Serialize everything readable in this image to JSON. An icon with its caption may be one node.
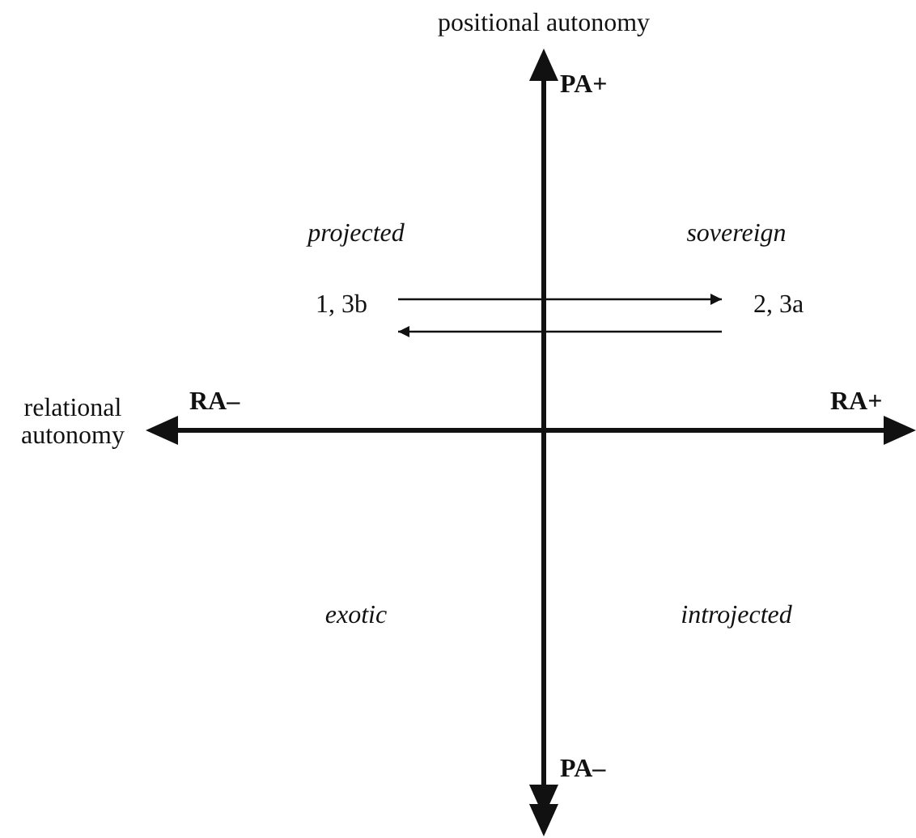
{
  "diagram": {
    "nodes": [
      {
        "text": [
          "1, 3b"
        ]
      },
      {
        "text": [
          "2, 3a"
        ]
      }
    ],
    "edges": [
      {
        "from": 0,
        "to": 1,
        "arrow": "to"
      },
      {
        "from": 1,
        "to": 0,
        "arrow": "to"
      }
    ],
    "labels": [
      "positional autonomy",
      "PA+",
      "projected",
      "sovereign",
      "RA–",
      "RA+",
      "relational autonomy",
      "exotic",
      "introjected",
      "PA–"
    ]
  }
}
